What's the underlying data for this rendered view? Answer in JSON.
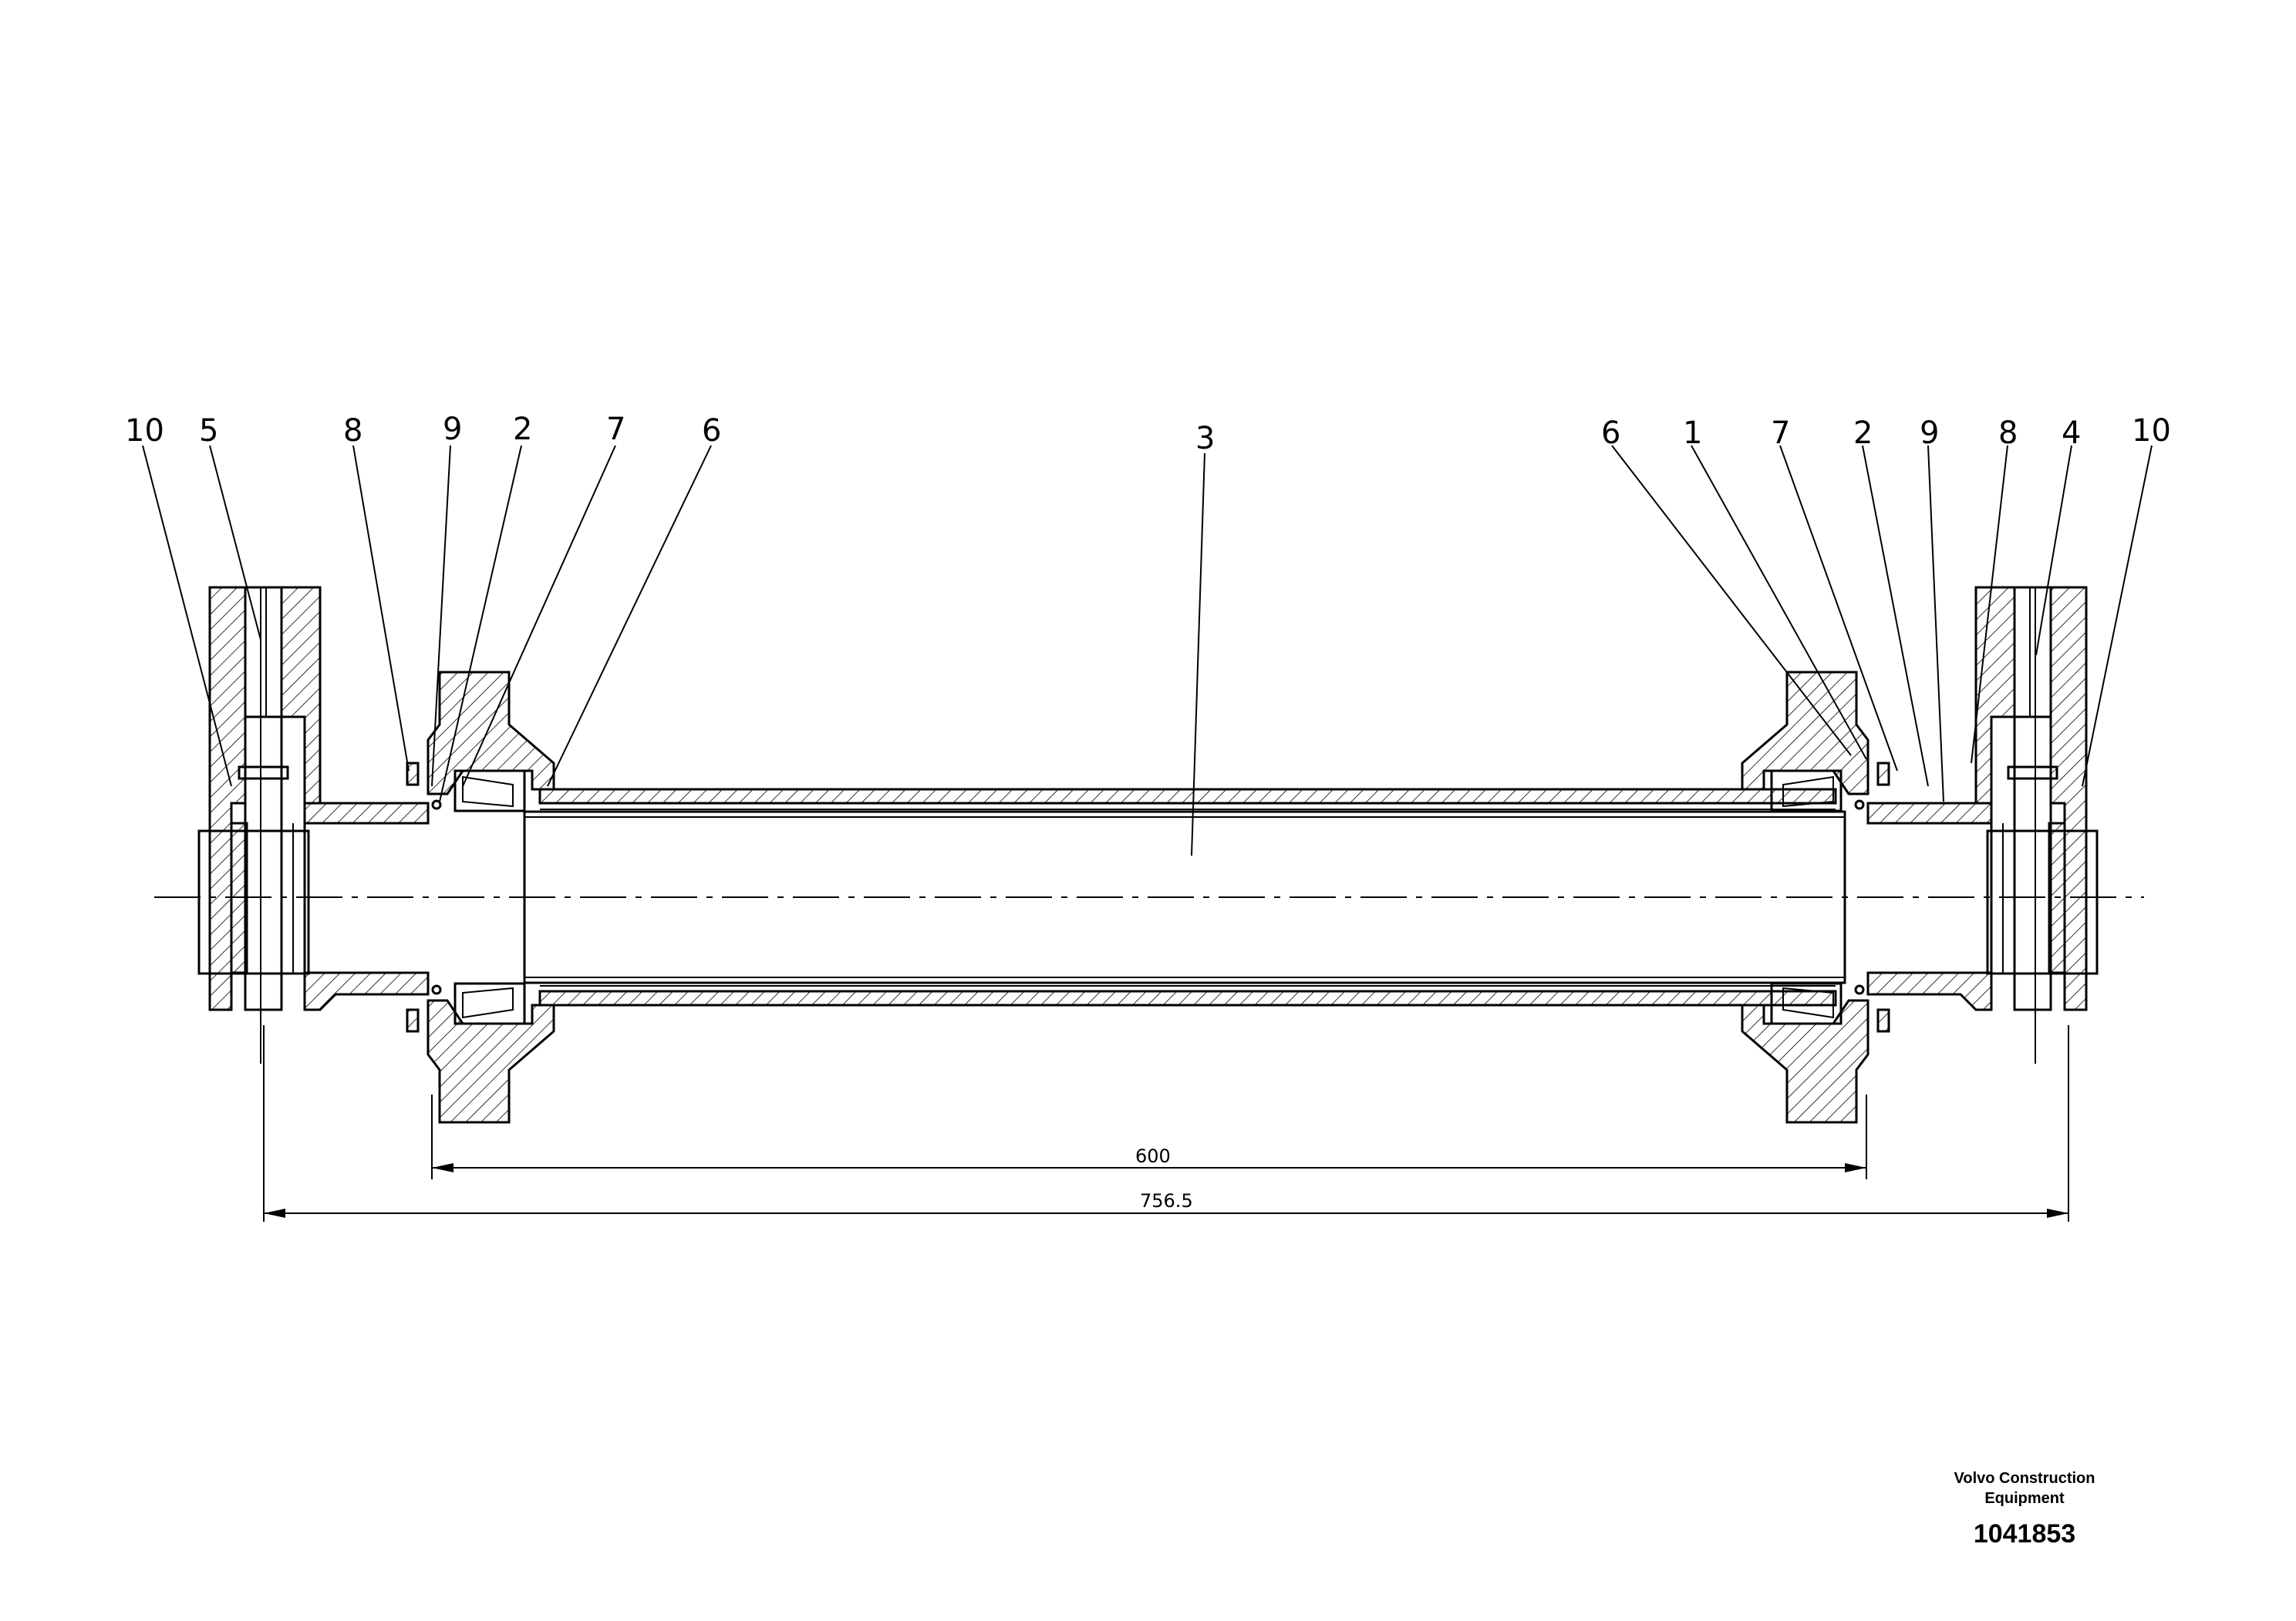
{
  "drawing": {
    "callouts_left": [
      "10",
      "5",
      "8",
      "9",
      "2",
      "7",
      "6"
    ],
    "callout_center": "3",
    "callouts_right": [
      "6",
      "1",
      "7",
      "2",
      "9",
      "8",
      "4",
      "10"
    ],
    "dimensions": {
      "inner": "600",
      "outer": "756.5"
    }
  },
  "title_block": {
    "company_line1": "Volvo Construction",
    "company_line2": "Equipment",
    "drawing_number": "1041853"
  }
}
